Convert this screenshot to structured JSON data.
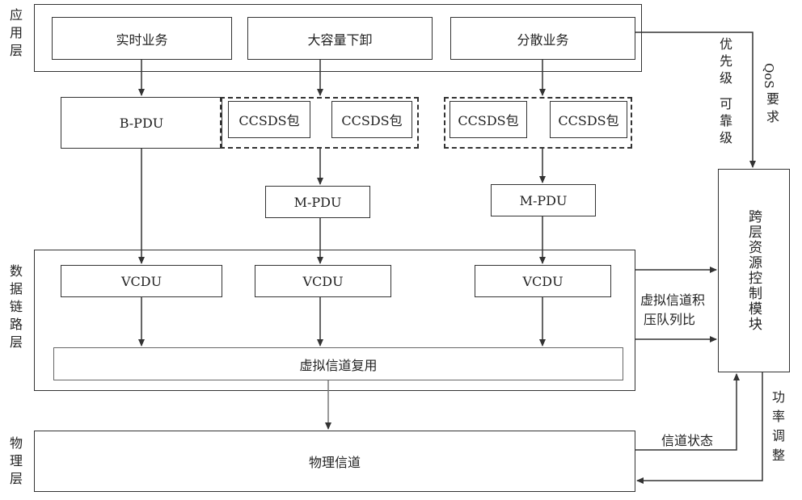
{
  "layers": {
    "application": "应用层",
    "datalink": "数据链路层",
    "physical": "物理层"
  },
  "app": {
    "realtime": "实时业务",
    "bulk": "大容量下卸",
    "scattered": "分散业务"
  },
  "pdu": {
    "bpdu": "B-PDU",
    "ccsds1": "CCSDS包",
    "ccsds2": "CCSDS包",
    "ccsds3": "CCSDS包",
    "ccsds4": "CCSDS包",
    "mpdu1": "M-PDU",
    "mpdu2": "M-PDU"
  },
  "link": {
    "vcdu1": "VCDU",
    "vcdu2": "VCDU",
    "vcdu3": "VCDU",
    "mux": "虚拟信道复用"
  },
  "phys": {
    "channel": "物理信道"
  },
  "control": {
    "module": "跨层资源控制模块",
    "priority": "优先级",
    "reliability": "可靠级",
    "qos_line1": "QoS",
    "qos_line2": "要求",
    "backlog_line1": "虚拟信道积",
    "backlog_line2": "压队列比",
    "channel_state": "信道状态",
    "power": "功率调整"
  }
}
